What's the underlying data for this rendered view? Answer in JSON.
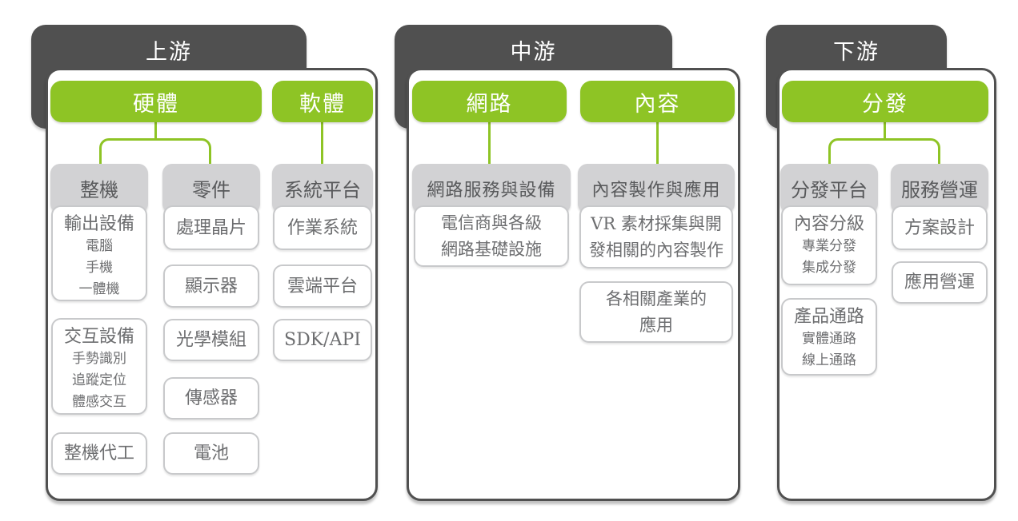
{
  "colors": {
    "accent_green": "#8EC425",
    "tab_dark": "#505050",
    "header_gray": "#D2D2D4",
    "box_border": "#C8C9CB",
    "header_text": "#58595B",
    "box_text": "#6D6E70",
    "label_white": "#FFFFFF"
  },
  "sections": [
    {
      "tab": "上游",
      "groups": [
        {
          "pill": "硬體",
          "columns": [
            {
              "header": "整機",
              "items": [
                {
                  "title": "輸出設備",
                  "subs": [
                    "電腦",
                    "手機",
                    "一體機"
                  ]
                },
                {
                  "title": "交互設備",
                  "subs": [
                    "手勢識別",
                    "追蹤定位",
                    "體感交互"
                  ]
                },
                {
                  "title": "整機代工",
                  "subs": []
                }
              ]
            },
            {
              "header": "零件",
              "items": [
                {
                  "title": "處理晶片",
                  "subs": []
                },
                {
                  "title": "顯示器",
                  "subs": []
                },
                {
                  "title": "光學模組",
                  "subs": []
                },
                {
                  "title": "傳感器",
                  "subs": []
                },
                {
                  "title": "電池",
                  "subs": []
                }
              ]
            }
          ]
        },
        {
          "pill": "軟體",
          "columns": [
            {
              "header": "系統平台",
              "items": [
                {
                  "title": "作業系統",
                  "subs": []
                },
                {
                  "title": "雲端平台",
                  "subs": []
                },
                {
                  "title": "SDK/API",
                  "subs": []
                }
              ]
            }
          ]
        }
      ]
    },
    {
      "tab": "中游",
      "groups": [
        {
          "pill": "網路",
          "columns": [
            {
              "header": "網路服務與設備",
              "items": [
                {
                  "lines": [
                    "電信商與各級",
                    "網路基礎設施"
                  ]
                }
              ]
            }
          ]
        },
        {
          "pill": "內容",
          "columns": [
            {
              "header": "內容製作與應用",
              "items": [
                {
                  "lines": [
                    "VR 素材採集與開",
                    "發相關的內容製作"
                  ]
                },
                {
                  "lines": [
                    "各相關產業的",
                    "應用"
                  ]
                }
              ]
            }
          ]
        }
      ]
    },
    {
      "tab": "下游",
      "groups": [
        {
          "pill": "分發",
          "columns": [
            {
              "header": "分發平台",
              "items": [
                {
                  "title": "內容分級",
                  "subs": [
                    "專業分發",
                    "集成分發"
                  ]
                },
                {
                  "title": "產品通路",
                  "subs": [
                    "實體通路",
                    "線上通路"
                  ]
                }
              ]
            },
            {
              "header": "服務營運",
              "items": [
                {
                  "title": "方案設計",
                  "subs": []
                },
                {
                  "title": "應用營運",
                  "subs": []
                }
              ]
            }
          ]
        }
      ]
    }
  ]
}
